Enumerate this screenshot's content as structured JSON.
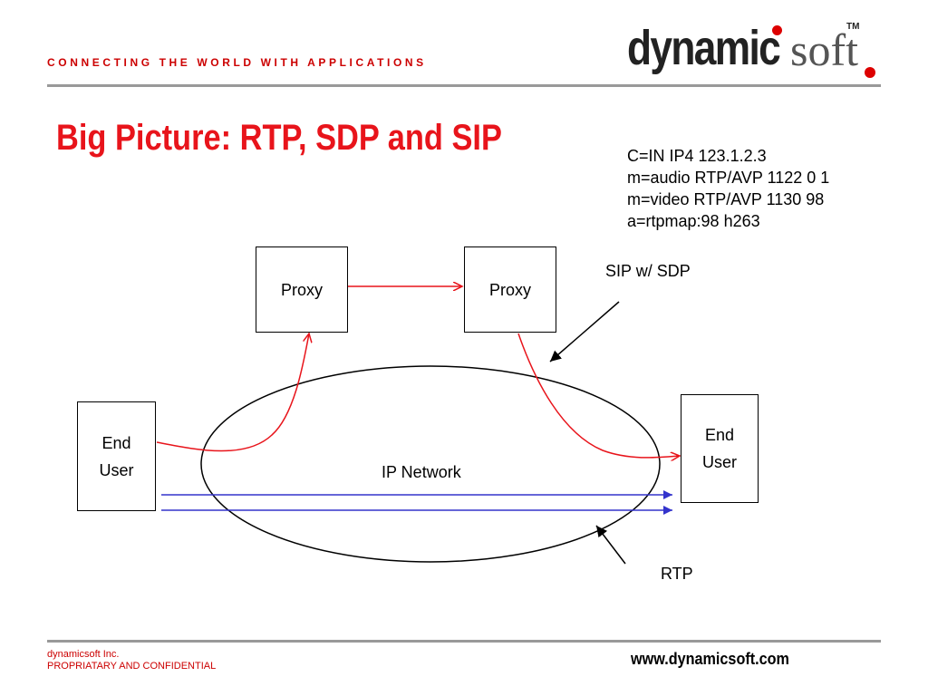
{
  "header": {
    "tagline": "CONNECTING THE WORLD WITH APPLICATIONS",
    "logo_bold": "dynamic",
    "logo_light": "soft",
    "logo_tm": "TM"
  },
  "slide": {
    "title": "Big Picture: RTP, SDP and SIP"
  },
  "sdp_lines": [
    "C=IN IP4 123.1.2.3",
    "m=audio RTP/AVP 1122  0 1",
    "m=video RTP/AVP 1130 98",
    "a=rtpmap:98 h263"
  ],
  "diagram": {
    "proxy_left": "Proxy",
    "proxy_right": "Proxy",
    "end_user_left_line1": "End",
    "end_user_left_line2": "User",
    "end_user_right_line1": "End",
    "end_user_right_line2": "User",
    "network_label": "IP Network",
    "sip_label": "SIP w/ SDP",
    "rtp_label": "RTP",
    "colors": {
      "sip_path": "#e8141b",
      "rtp_path": "#3333cc",
      "outline": "#000000"
    }
  },
  "footer": {
    "company": "dynamicsoft Inc.",
    "confidential": "PROPRIATARY AND CONFIDENTIAL",
    "url": "www.dynamicsoft.com"
  }
}
